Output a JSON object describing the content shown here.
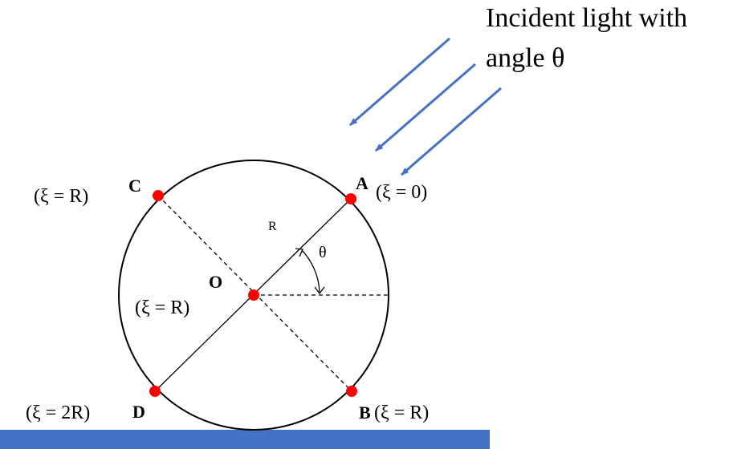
{
  "title": {
    "line1": "Incident light with",
    "line2": "angle θ"
  },
  "labels": {
    "radius": "R",
    "angle": "θ",
    "center": "O"
  },
  "points": {
    "A": {
      "letter": "A",
      "xi": "(ξ = 0)"
    },
    "B": {
      "letter": "B",
      "xi": "(ξ = R)"
    },
    "C": {
      "letter": "C",
      "xi": "(ξ = R)"
    },
    "D": {
      "letter": "D",
      "xi": "(ξ = 2R)"
    },
    "O": {
      "xi": "(ξ = R)"
    }
  },
  "colors": {
    "arrow": "#4472c4",
    "ground": "#4472c4",
    "point": "#ff0000",
    "line": "#000000"
  }
}
